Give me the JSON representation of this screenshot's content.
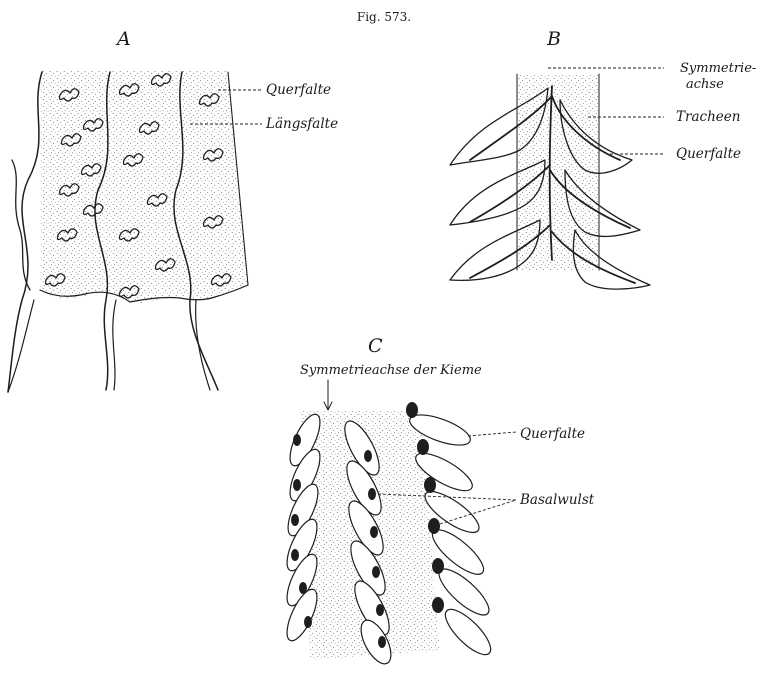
{
  "figure": {
    "number": "Fig. 573."
  },
  "panels": {
    "a": {
      "letter": "A",
      "labels": {
        "querfalte": "Querfalte",
        "laengsfalte": "Längsfalte"
      }
    },
    "b": {
      "letter": "B",
      "labels": {
        "symmetrieachse_1": "Symmetrie-",
        "symmetrieachse_2": "achse",
        "tracheen": "Tracheen",
        "querfalte": "Querfalte"
      }
    },
    "c": {
      "letter": "C",
      "labels": {
        "symmetrieachse_kieme": "Symmetrieachse der Kieme",
        "querfalte": "Querfalte",
        "basalwulst": "Basalwulst"
      }
    }
  },
  "colors": {
    "ink": "#1e1e1e",
    "paper": "#ffffff",
    "stipple": "#6a6a6a"
  }
}
